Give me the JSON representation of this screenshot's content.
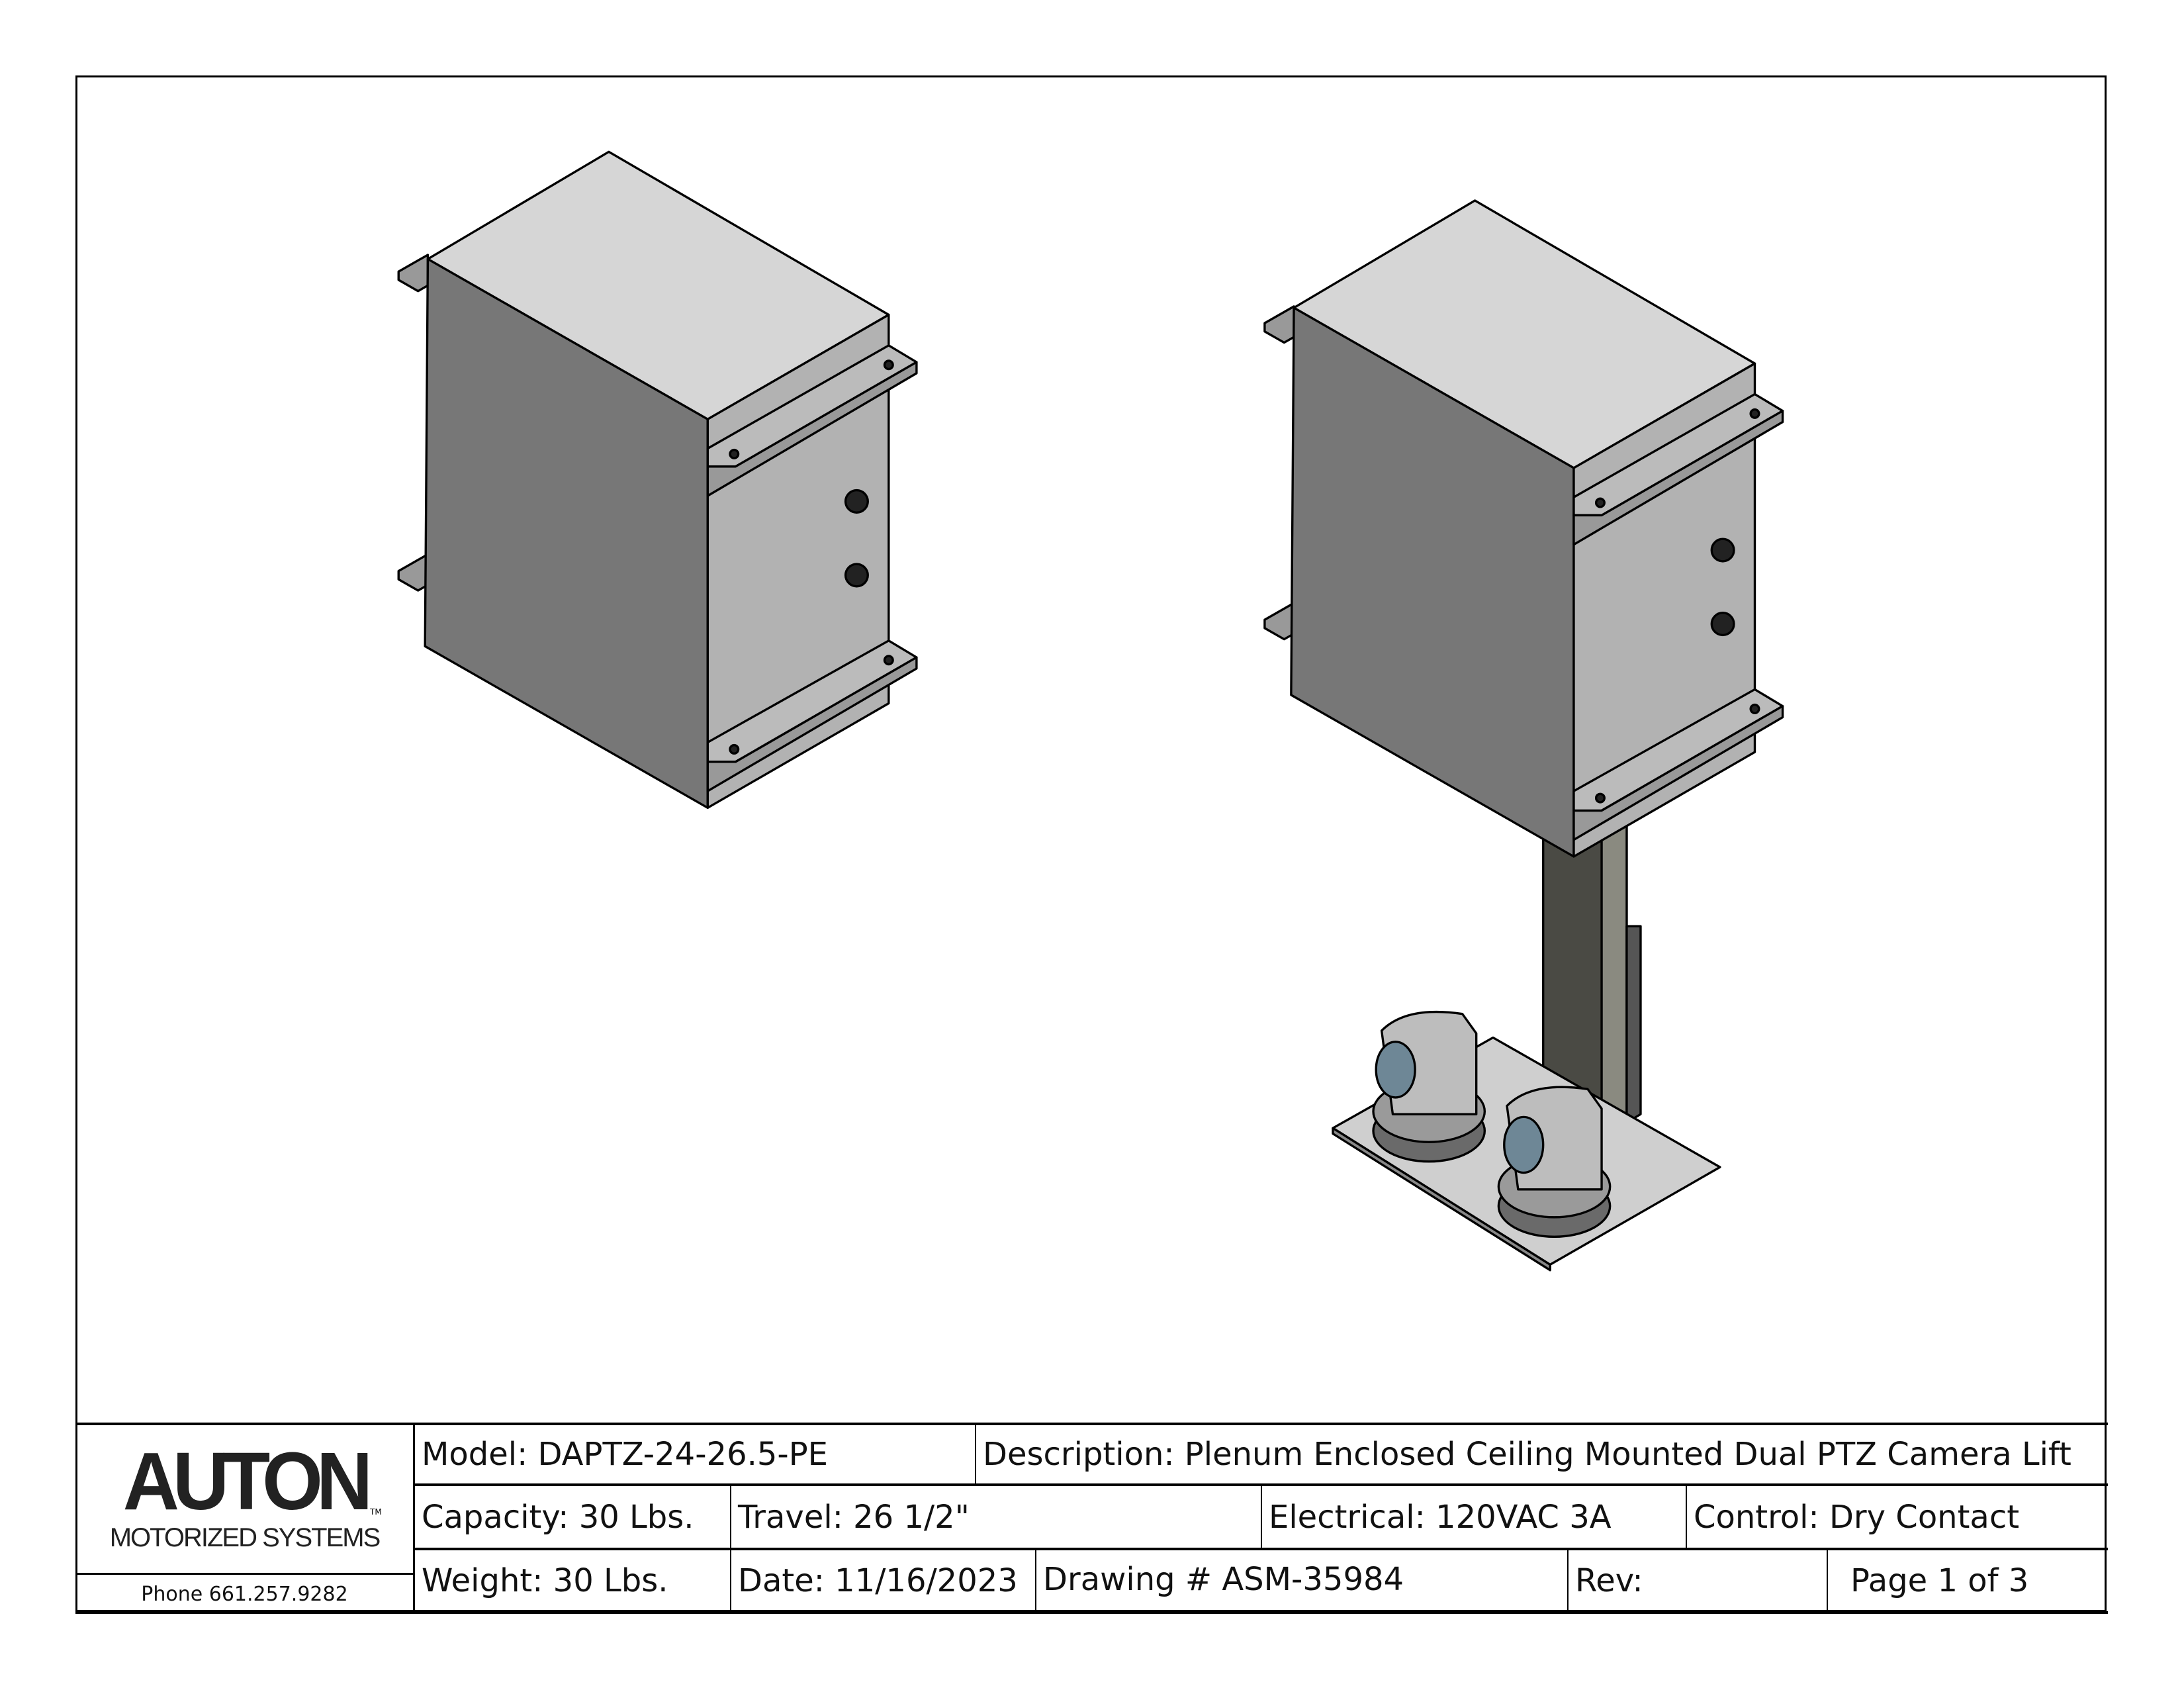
{
  "title_block": {
    "logo": {
      "name": "AUTON",
      "tm": "TM",
      "subtitle": "MOTORIZED SYSTEMS"
    },
    "phone": "Phone 661.257.9282",
    "model": "Model:  DAPTZ-24-26.5-PE",
    "description": "Description:  Plenum Enclosed Ceiling Mounted Dual PTZ Camera Lift",
    "capacity": "Capacity:  30 Lbs.",
    "travel": "Travel: 26 1/2\"",
    "electrical": "Electrical: 120VAC  3A",
    "control": "Control: Dry Contact",
    "weight": "Weight: 30 Lbs.",
    "date": "Date: 11/16/2023",
    "drawing": "Drawing # ASM-35984",
    "rev": "Rev:",
    "page": "Page 1  of  3"
  },
  "colors": {
    "top": "#d6d6d6",
    "left": "#777777",
    "right": "#b2b2b2",
    "column": "#4a4a44"
  }
}
